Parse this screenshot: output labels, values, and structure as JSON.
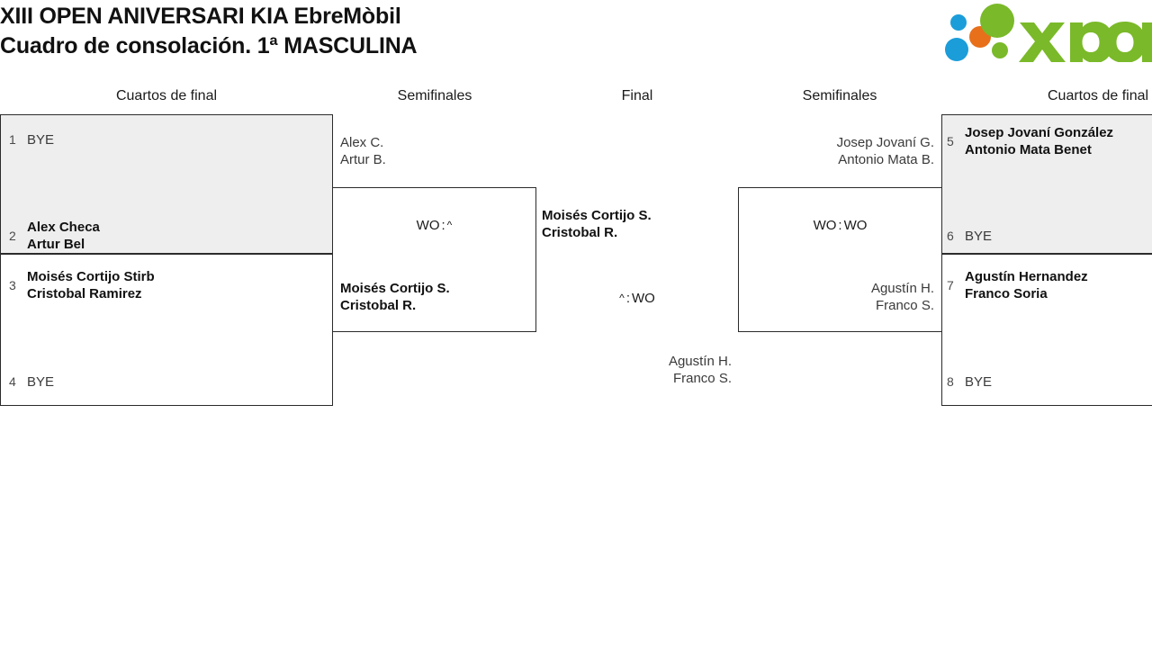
{
  "header": {
    "title_line1": "XIII OPEN ANIVERSARI KIA EbreMòbil",
    "title_line2": "Cuadro de consolación. 1ª MASCULINA",
    "logo_text": "xporty",
    "logo_colors": {
      "green": "#7ab929",
      "blue": "#1b9dd9",
      "orange": "#e8701a"
    }
  },
  "rounds": {
    "qf_left": "Cuartos de final",
    "sf_left": "Semifinales",
    "final": "Final",
    "sf_right": "Semifinales",
    "qf_right": "Cuartos de final"
  },
  "quarterfinals_left": [
    {
      "seed": "1",
      "player1": "BYE",
      "player2": "",
      "winner": false,
      "bye": true
    },
    {
      "seed": "2",
      "player1": "Alex Checa",
      "player2": "Artur Bel",
      "winner": true,
      "bye": false
    },
    {
      "seed": "3",
      "player1": "Moisés Cortijo Stirb",
      "player2": "Cristobal Ramirez",
      "winner": true,
      "bye": false
    },
    {
      "seed": "4",
      "player1": "BYE",
      "player2": "",
      "winner": false,
      "bye": true
    }
  ],
  "quarterfinals_right": [
    {
      "seed": "5",
      "player1": "Josep Jovaní González",
      "player2": "Antonio Mata Benet",
      "winner": true,
      "bye": false
    },
    {
      "seed": "6",
      "player1": "BYE",
      "player2": "",
      "winner": false,
      "bye": true
    },
    {
      "seed": "7",
      "player1": "Agustín Hernandez",
      "player2": "Franco Soria",
      "winner": true,
      "bye": false
    },
    {
      "seed": "8",
      "player1": "BYE",
      "player2": "",
      "winner": false,
      "bye": true
    }
  ],
  "semifinal_left": {
    "top": {
      "player1": "Alex C.",
      "player2": "Artur B.",
      "winner": false
    },
    "bottom": {
      "player1": "Moisés Cortijo S.",
      "player2": "Cristobal R.",
      "winner": true
    },
    "score": "WO : ^",
    "score_left": "WO",
    "score_sep": ":",
    "score_right": "^"
  },
  "semifinal_right": {
    "top": {
      "player1": "Josep Jovaní G.",
      "player2": "Antonio Mata B.",
      "winner": false
    },
    "bottom": {
      "player1": "Agustín H.",
      "player2": "Franco S.",
      "winner": false
    },
    "score": "WO : WO",
    "score_left": "WO",
    "score_sep": ":",
    "score_right": "WO"
  },
  "final": {
    "top": {
      "player1": "Moisés Cortijo S.",
      "player2": "Cristobal R.",
      "winner": true
    },
    "bottom": {
      "player1": "Agustín H.",
      "player2": "Franco S.",
      "winner": false
    },
    "score": "^ : WO",
    "score_left": "^",
    "score_sep": ":",
    "score_right": "WO"
  }
}
